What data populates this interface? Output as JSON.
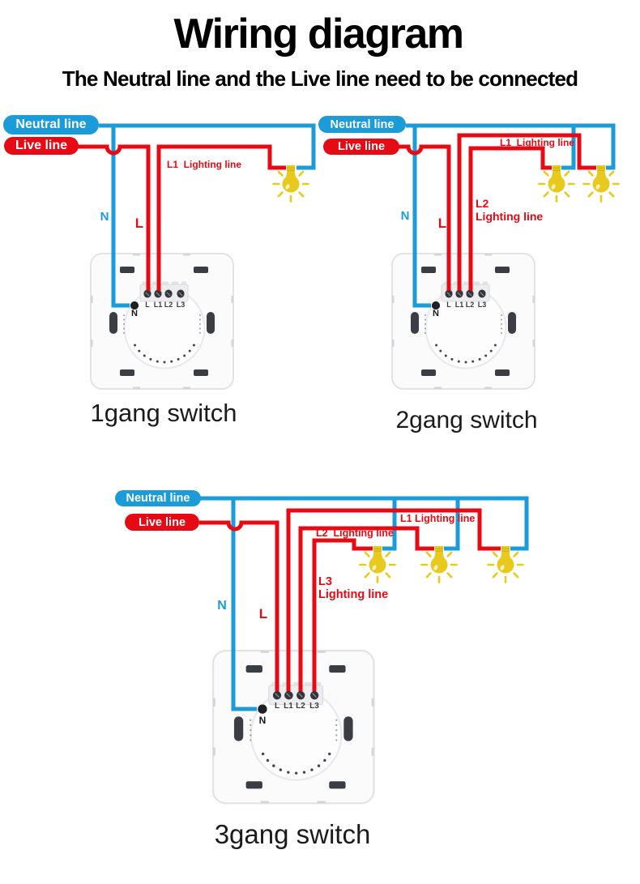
{
  "title": "Wiring diagram",
  "subtitle": "The Neutral line and the Live line need to be connected",
  "colors": {
    "neutral": "#1b9bd8",
    "live": "#e60a14",
    "bulb": "#e7ca1d"
  },
  "legend": {
    "neutral_label": "Neutral line",
    "live_label": "Live line"
  },
  "wire_tags": {
    "neutral": "N",
    "live": "L"
  },
  "switch_terminals": {
    "labels": [
      "L",
      "L1",
      "L2",
      "L3"
    ],
    "neutral": "N"
  },
  "diagrams": [
    {
      "caption": "1gang switch",
      "bulb_count": 1,
      "lighting_labels": {
        "l1": "L1  Lighting line"
      }
    },
    {
      "caption": "2gang switch",
      "bulb_count": 2,
      "lighting_labels": {
        "l1": "L1  Lighting line",
        "l2_line1": "L2",
        "l2_line2": "Lighting line"
      }
    },
    {
      "caption": "3gang switch",
      "bulb_count": 3,
      "lighting_labels": {
        "l1": "L1 Lighting line",
        "l2": "L2  Lighting line",
        "l3_line1": "L3",
        "l3_line2": "Lighting line"
      }
    }
  ]
}
